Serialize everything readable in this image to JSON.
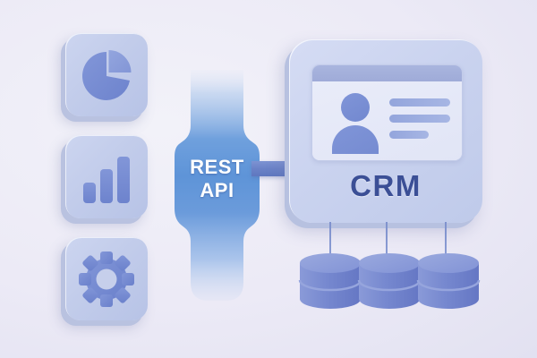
{
  "diagram": {
    "title": "REST API to CRM integration diagram",
    "background_color": "#edecf7"
  },
  "features": {
    "tiles": [
      {
        "icon": "pie-chart-icon",
        "name": "analytics-tile",
        "label": ""
      },
      {
        "icon": "bar-chart-icon",
        "name": "reports-tile",
        "label": ""
      },
      {
        "icon": "gear-icon",
        "name": "settings-tile",
        "label": ""
      }
    ],
    "tile_color": "#c3cdeb",
    "glyph_color": "#7288cf"
  },
  "api": {
    "line1": "REST",
    "line2": "API",
    "text_color": "#ffffff",
    "gradient_top": "#a7c4ec",
    "gradient_mid": "#5e94d8",
    "gradient_bottom": "#b9cdf0"
  },
  "connector": {
    "name": "api-to-crm-connector",
    "color": "#6b82c7"
  },
  "crm": {
    "label": "CRM",
    "text_color": "#3b4f96",
    "card_color": "#cad3ef",
    "contact_card": {
      "header_color": "#a2aeda",
      "avatar_color": "#7288cf",
      "info_lines": [
        "",
        "",
        ""
      ]
    }
  },
  "databases": {
    "count": 3,
    "color": "#7789cf",
    "top_color": "#8e9dd9",
    "items": [
      {
        "name": "database-1",
        "label": ""
      },
      {
        "name": "database-2",
        "label": ""
      },
      {
        "name": "database-3",
        "label": ""
      }
    ]
  }
}
